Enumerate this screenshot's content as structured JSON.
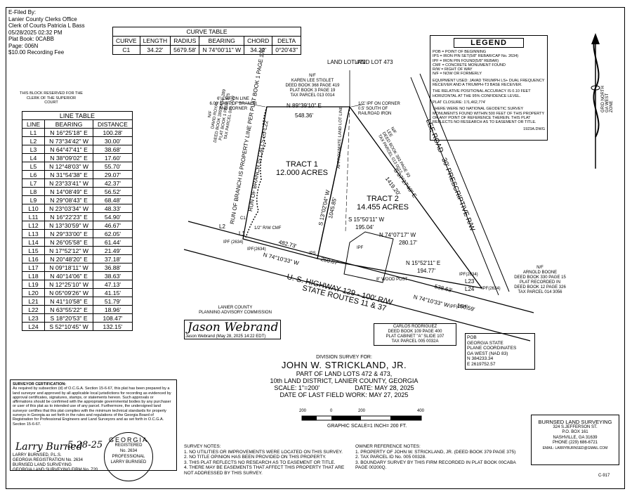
{
  "efile": {
    "lines": [
      "E-Filed By:",
      "Lanier County Clerks Office",
      "Clerk of Courts Patricia L Bass",
      "05/28/2025 02:32 PM",
      "Plat Book: 0CABB",
      "Page: 006N",
      "$10.00 Recording Fee"
    ]
  },
  "reserved_block": "THIS BLOCK RESERVED FOR THE CLERK OF THE SUPERIOR COURT",
  "curve_table": {
    "title": "CURVE TABLE",
    "headers": [
      "CURVE",
      "LENGTH",
      "RADIUS",
      "BEARING",
      "CHORD",
      "DELTA"
    ],
    "rows": [
      [
        "C1",
        "34.22'",
        "5679.58'",
        "N 74°00'11\" W",
        "34.22'",
        "0°20'43\""
      ]
    ]
  },
  "line_table": {
    "title": "LINE TABLE",
    "headers": [
      "LINE",
      "BEARING",
      "DISTANCE"
    ],
    "rows": [
      [
        "L1",
        "N 16°25'18\" E",
        "100.28'"
      ],
      [
        "L2",
        "N 73°34'42\" W",
        "30.00'"
      ],
      [
        "L3",
        "N 64°47'41\" E",
        "38.68'"
      ],
      [
        "L4",
        "N 38°09'02\" E",
        "17.60'"
      ],
      [
        "L5",
        "N 12°48'03\" W",
        "55.70'"
      ],
      [
        "L6",
        "N 31°54'38\" E",
        "29.07'"
      ],
      [
        "L7",
        "N 23°33'41\" W",
        "42.37'"
      ],
      [
        "L8",
        "N 14°08'49\" E",
        "56.52'"
      ],
      [
        "L9",
        "N 29°08'43\" E",
        "68.48'"
      ],
      [
        "L10",
        "N 23°03'34\" W",
        "48.33'"
      ],
      [
        "L11",
        "N 16°22'23\" E",
        "54.90'"
      ],
      [
        "L12",
        "N 13°30'59\" W",
        "46.67'"
      ],
      [
        "L13",
        "N 29°33'00\" E",
        "62.05'"
      ],
      [
        "L14",
        "N 26°05'58\" E",
        "61.44'"
      ],
      [
        "L15",
        "N 17°52'12\" W",
        "21.49'"
      ],
      [
        "L16",
        "N 20°48'20\" E",
        "37.18'"
      ],
      [
        "L17",
        "N 09°18'11\" W",
        "36.88'"
      ],
      [
        "L18",
        "N 40°14'06\" E",
        "38.63'"
      ],
      [
        "L19",
        "N 12°25'10\" W",
        "47.13'"
      ],
      [
        "L20",
        "N 05°09'26\" W",
        "41.15'"
      ],
      [
        "L21",
        "N 41°10'58\" E",
        "51.79'"
      ],
      [
        "L22",
        "N 63°55'22\" E",
        "18.96'"
      ],
      [
        "L23",
        "S 18°20'53\" E",
        "108.47'"
      ],
      [
        "L24",
        "S 52°10'45\" W",
        "132.15'"
      ]
    ]
  },
  "legend": {
    "title": "LEGEND",
    "items": [
      "POB = POINT OF BEGINNING",
      "IPS = IRON PIN SET(5/8\" REBAR/CAP No. 2634)",
      "IPF = IRON PIN FOUND(5/8\" REBAR)",
      "CMF = CONCRETE MONUMENT FOUND",
      "R/W = RIGHT OF WAY",
      "N/F = NOW OR FORMERLY"
    ],
    "equipment": "EQUIPMENT USED: JAVAD TRIUMPH LS+ DUAL FREQUENCY RECEIVER AND A TRIUMPH-T3 BASE RECEIVER.",
    "accuracy": "THE RELATIVE POSITIONAL ACCURACY IS 0.10 FEET HORIZONTAL AT THE 95% CONFIDENCE LEVEL.",
    "closure": "PLAT CLOSURE: 1'/1,462,774'",
    "monuments": "THERE WERE NO NATIONAL GEODETIC SURVEY MONUMENTS FOUND WITHIN 500 FEET OF THIS PROPERTY OR ANY POINT OF REFERENCE THEREIN. THIS PLAT REFLECTS NO RESEARCH AS TO EASEMENT OR TITLE.",
    "dwg": "1923A.DWG"
  },
  "north": {
    "label": "GRID NORTH GA WEST ZONE"
  },
  "plat": {
    "land_lot_472": "LAND LOT 472",
    "land_lot_473": "LAND LOT 473",
    "stiglet": [
      "N/F",
      "KAREN LEE STIGLET",
      "DEED BOOK 368 PAGE 419",
      "PLAT BOOK 3 PAGE 19",
      "TAX PARCEL 013 0014"
    ],
    "cmf": [
      "6\" CMF ON LINE",
      "6.00' EAST OF BRANCH",
      "AND CORNER"
    ],
    "ipf_corner": [
      "1/2\" IPF ON CORNER",
      "0.5' SOUTH OF",
      "RAILROAD IRON"
    ],
    "top_bearing": "N 89°39'10\" E",
    "top_distance": "548.36'",
    "tract1": "TRACT 1",
    "tract1_area": "12.000 ACRES",
    "tract2": "TRACT 2",
    "tract2_area": "14.455 ACRES",
    "royal": [
      "N/F",
      "DAVID ROYAL",
      "DEED BOOK 289 PAGE 289",
      "PLAT BOOK 1 PAGE 175",
      "TAX PARCEL 005 0029"
    ],
    "branch1": "RUN OF BRANCH IS PROPERTY LINE PER PLAT BOOK 1 PAGE 175",
    "branch2": "RUN OF BRANCH IS CALLS L3-L22",
    "approx_line": "APPROXIMATE LAND LOT LINE",
    "w_bearing": "S 13°02'04\" W",
    "w_distance": "1045.85'",
    "diag_bearing": "S 37°27'40\" E",
    "diag_distance": "1419.20'",
    "lee": [
      "N/F",
      "LEE",
      "DEED BOOK 393 PAGE 93",
      "TAX PARCEL 013 0012"
    ],
    "lee_road": "LEE ROAD - 30' PRESCRIPTIVE R/W",
    "t2_b1": "S 15°50'11\" W",
    "t2_d1": "195.04'",
    "t2_b2": "N 74°07'17\" W",
    "t2_d2": "280.17'",
    "t2_b3": "N 15°52'11\" E",
    "t2_d3": "194.77'",
    "hw_d1": "482.73'",
    "hw_b1": "N 74°10'33\" W",
    "hw_d2": "250.67'",
    "hw_d3": "538.63'",
    "hw_b3": "N 74°10'33\" W",
    "hw_d4": "150.59'",
    "highway1": "U. S. HIGHWAY 129 - 100' R/W",
    "highway2": "STATE ROUTES 11 & 37",
    "wood_post": "8\" WOOD POST",
    "cmf_small": "1/2\" R/W CMF",
    "ipf2634a": "IPF (2634)",
    "ipf2634b": "IPF(2634)",
    "ipf2634c": "IPF(2634)",
    "ipf2634d": "IPF(2634)",
    "ipf2634e": "IPF(2634)",
    "ipf2634f": "IPF(2634)",
    "ips": "IPS",
    "ipf": "IPF",
    "l1": "L1",
    "l2": "L2",
    "l23": "L23",
    "l24": "L24",
    "c1": "C1",
    "boone": [
      "N/F",
      "ARNOLD BOONE",
      "DEED BOOK 330 PAGE 15",
      "PLAT RECORDED IN",
      "DEED BOOK 12 PAGE 326",
      "TAX PARCEL 014 3056"
    ],
    "rodriguez": [
      "CARLOS RODRIGUEZ",
      "DEED BOOK 109 PAGE 400",
      "PLAT CABINET \"A\" SLIDE 107",
      "TAX PARCEL 005 0032A"
    ],
    "pob": [
      "POB",
      "GEORGIA STATE",
      "PLANE COORDINATES",
      "GA WEST (NAD 83)",
      "N 384233.34",
      "E 2619752.57"
    ]
  },
  "planning": {
    "line1": "LANIER COUNTY",
    "line2": "PLANNING ADVISORY COMMISSION",
    "signature": "Jason Webrand",
    "signed": "Jason Webrand (May 28, 2025 14:22 EDT)"
  },
  "division": {
    "heading": "DIVISION SURVEY FOR:",
    "owner": "JOHN W. STRICKLAND, JR.",
    "parts": "PART OF LAND LOTS 472 & 473,",
    "district": "10th LAND DISTRICT, LANIER COUNTY, GEORGIA",
    "scale": "SCALE: 1\"=200'",
    "date": "DATE: MAY 28, 2025",
    "field": "DATE OF LAST FIELD WORK: MAY 27, 2025",
    "scale_ticks": [
      "200",
      "0",
      "200",
      "400"
    ],
    "graphic": "GRAPHIC SCALE=1 INCH= 200 FT."
  },
  "certification": {
    "title": "SURVEYOR CERTIFICATION:",
    "body": "As required by subsection (d) of O.C.G.A. Section 15-6-67, this plat has been prepared by a land surveyor and approved by all applicable local jurisdictions for recording as evidenced by approval certificates, signatures, stamps, or statements hereon. Such approvals or affirmations should be confirmed with the appropriate governmental bodies by any purchaser or user of this plat as to intended use of any parcel. Furthermore, the undersigned land surveyor certifies that this plat complies with the minimum technical standards for property surveys in Georgia as set forth in the rules and regulations of the Georgia Board of Registration for Professional Engineers and Land Surveyors and as set forth in O.C.G.A. Section 15-6-67.",
    "sig_date": "5-28-25",
    "name": "LARRY BURNSED, P.L.S.",
    "reg": "GEORGIA REGISTRATION No. 2634",
    "firm": "BURNSED LAND SURVEYING",
    "firm_no": "GEORGIA LAND SURVEYING FIRM No. 720",
    "seal_top": "GEORGIA",
    "seal_reg": "REGISTERED",
    "seal_no": "No. 2634",
    "seal_prof": "PROFESSIONAL",
    "seal_name": "LARRY BURNSED"
  },
  "survey_notes": {
    "title": "SURVEY NOTES:",
    "items": [
      "1. NO UTILITIES OR IMPROVEMENTS WERE LOCATED ON THIS SURVEY.",
      "2. NO TITLE OPINION HAS BEEN PROVIDED ON THIS PROPERTY.",
      "3. THIS PLAT REFLECTS NO RESEARCH AS TO EASEMENT OR TITLE.",
      "4. THERE MAY BE EASEMENTS THAT AFFECT THIS PROPERTY THAT ARE NOT ADDRESSED BY THIS SURVEY."
    ]
  },
  "owner_notes": {
    "title": "OWNER REFERENCE NOTES:",
    "items": [
      "1. PROPERTY OF JOHN W. STRICKLAND, JR. (DEED BOOK 379 PAGE 375)",
      "2. TAX PARCEL ID No. 005 00328.",
      "3. BOUNDARY SURVEY BY THIS FIRM RECORDED IN PLAT BOOK 00CABA PAGE 00200Q."
    ]
  },
  "firm_block": {
    "lines": [
      "BURNSED LAND SURVEYING",
      "324 S.JEFFERSON ST.",
      "P.O. BOX 161",
      "NASHVILLE, GA 31639",
      "PHONE (229) 686-6721",
      "EMAIL: LARRYBURNSED@GMAIL.COM"
    ]
  },
  "sheet_id": "C-917"
}
